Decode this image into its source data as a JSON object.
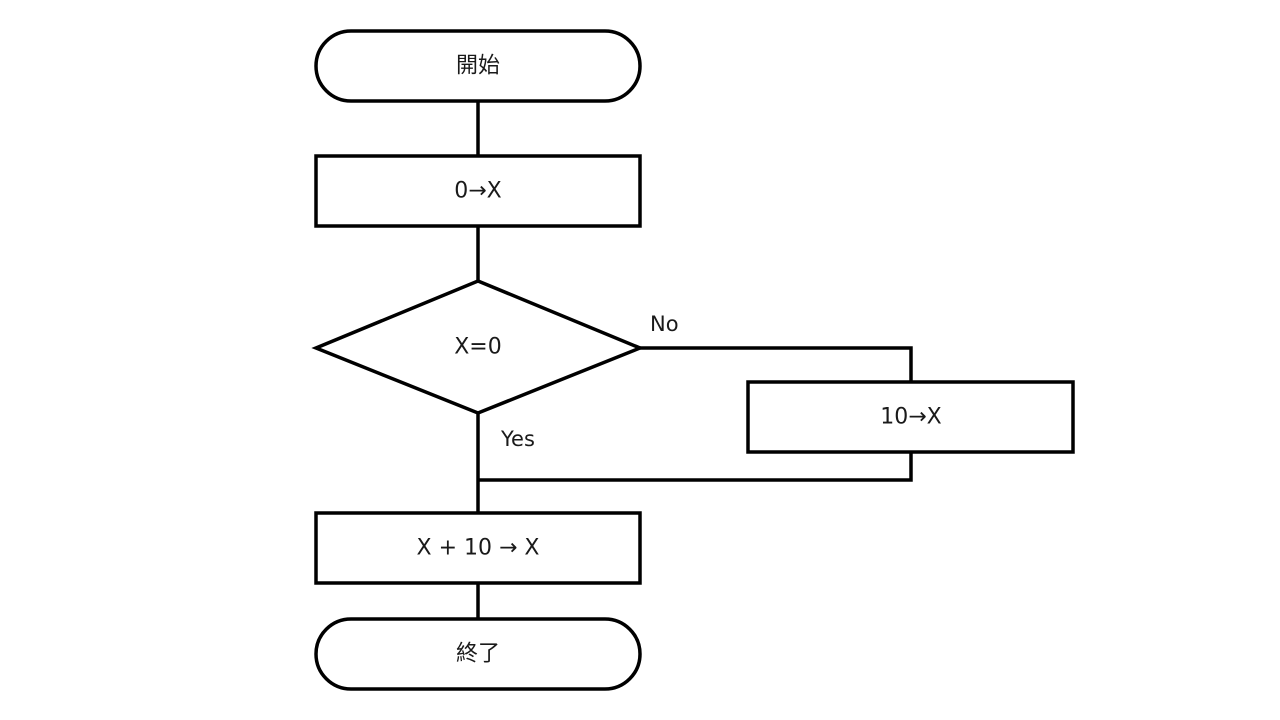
{
  "flowchart": {
    "start": {
      "label": "開始"
    },
    "init": {
      "label": "0→X"
    },
    "decision": {
      "label": "X=0"
    },
    "no_branch": {
      "label": "No",
      "process": {
        "label": "10→X"
      }
    },
    "yes_branch": {
      "label": "Yes"
    },
    "add": {
      "label": "X + 10 → X"
    },
    "end": {
      "label": "終了"
    }
  },
  "colors": {
    "stroke": "#000000",
    "fill": "#ffffff",
    "text": "#1a1a1a"
  }
}
